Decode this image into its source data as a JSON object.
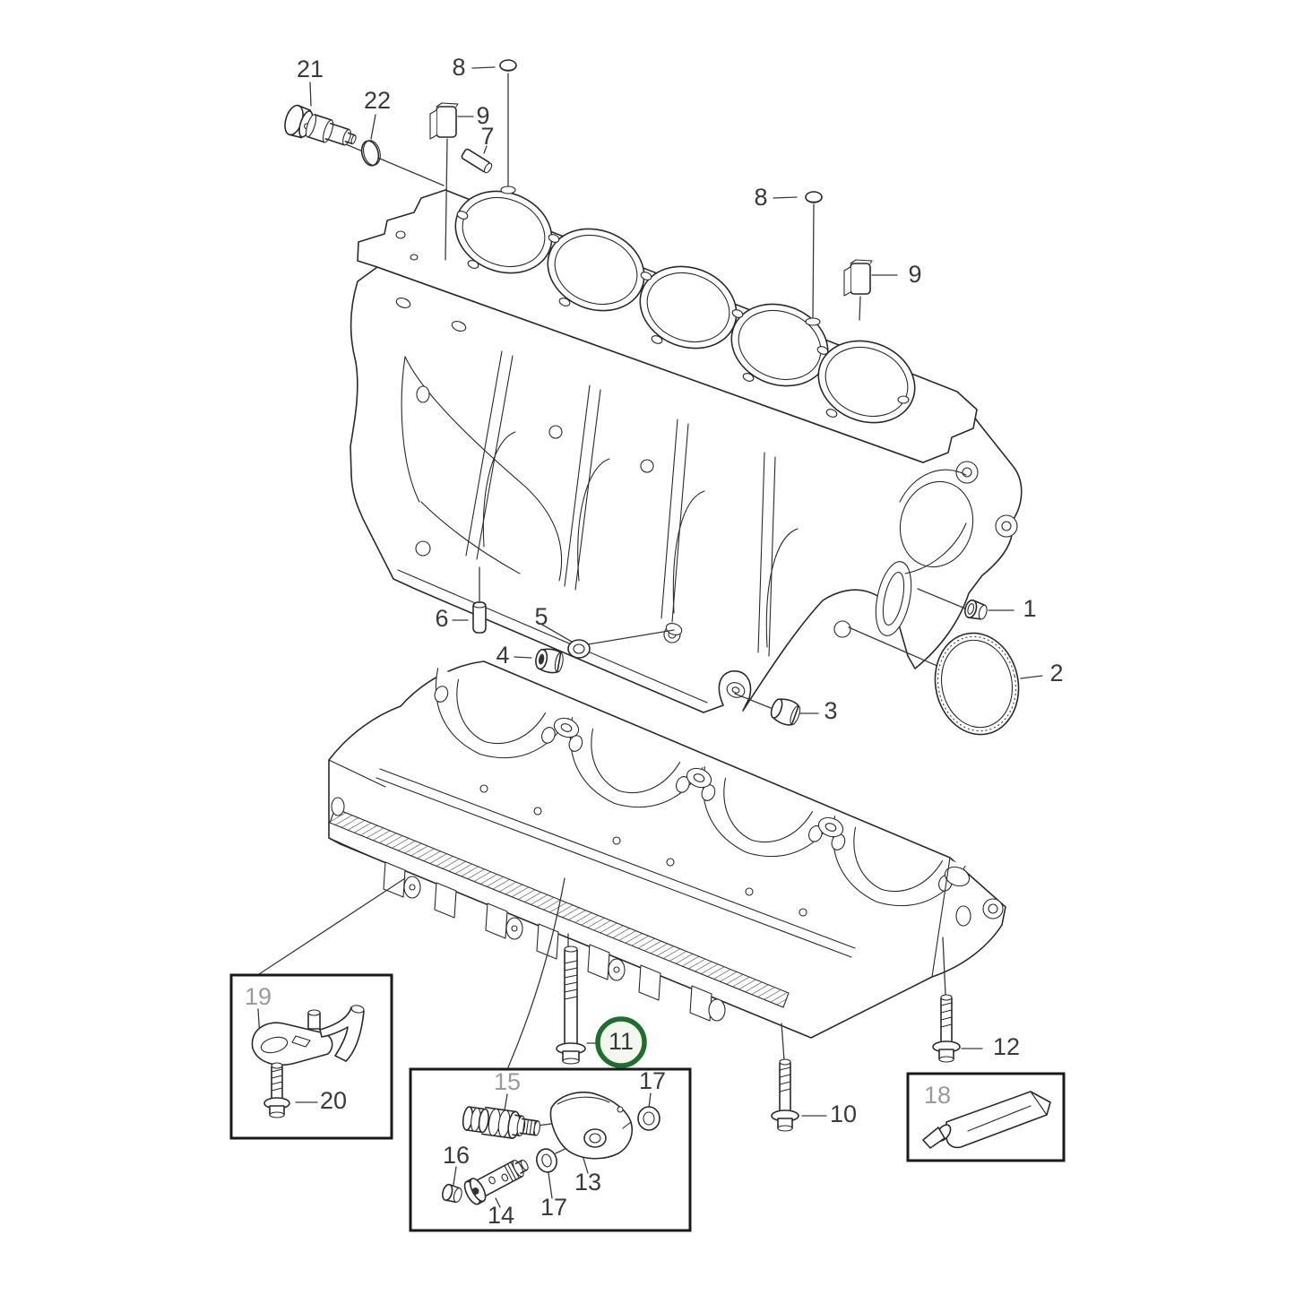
{
  "diagram": {
    "type": "exploded-parts-diagram",
    "subject": "engine-cylinder-block-and-bedplate",
    "background_color": "#ffffff",
    "line_color": "#2a2a2a",
    "label_color": "#3a3a3a",
    "muted_label_color": "#9a9a9a",
    "highlight": {
      "label": "11",
      "ring_color": "#1e6e2e",
      "fill_color": "#f3f7ef"
    },
    "callouts": {
      "c1": "1",
      "c2": "2",
      "c3": "3",
      "c4": "4",
      "c5": "5",
      "c6": "6",
      "c7": "7",
      "c8a": "8",
      "c8b": "8",
      "c9a": "9",
      "c9b": "9",
      "c10": "10",
      "c11": "11",
      "c12": "12",
      "c13": "13",
      "c14": "14",
      "c15": "15",
      "c16": "16",
      "c17a": "17",
      "c17b": "17",
      "c18": "18",
      "c19": "19",
      "c20": "20",
      "c21": "21",
      "c22": "22"
    }
  }
}
